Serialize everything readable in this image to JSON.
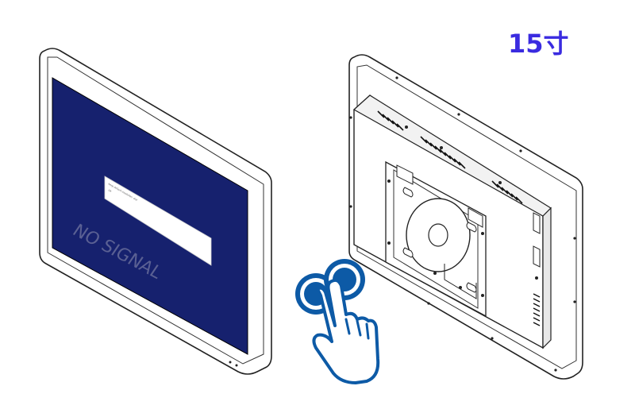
{
  "size_label": "15寸",
  "front_monitor": {
    "screen_text": "NO SIGNAL",
    "dialog_line1": "Keep default resolution. Get",
    "dialog_line2": "Ok",
    "screen_color": "#16216e"
  },
  "colors": {
    "accent": "#3a2be0",
    "touch_icon": "#0d5aa6",
    "outline": "#222222"
  },
  "icons": [
    "touch-gesture-icon"
  ]
}
